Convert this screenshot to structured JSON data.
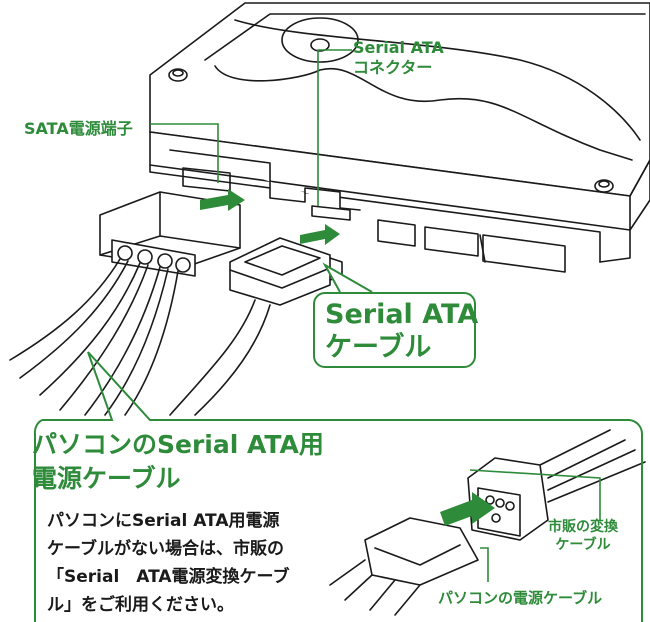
{
  "labels": {
    "serial_ata_connector": [
      "Serial ATA",
      "コネクター"
    ],
    "sata_power_port": "SATA電源端子",
    "serial_ata_cable": [
      "Serial ATA",
      "ケーブル"
    ],
    "pc_sata_power_cable_title": [
      "パソコンのSerial ATA用",
      "電源ケーブル"
    ],
    "pc_sata_power_cable_body": [
      "パソコンにSerial ATA用電源",
      "ケーブルがない場合は、市販の",
      "「Serial　ATA電源変換ケーブ",
      "ル」をご利用ください。"
    ],
    "commercial_adapter": [
      "市販の変換",
      "ケーブル"
    ],
    "pc_power_cable": "パソコンの電源ケーブル"
  },
  "colors": {
    "accent": "#2e8b3a",
    "line": "#1a1a1a"
  }
}
